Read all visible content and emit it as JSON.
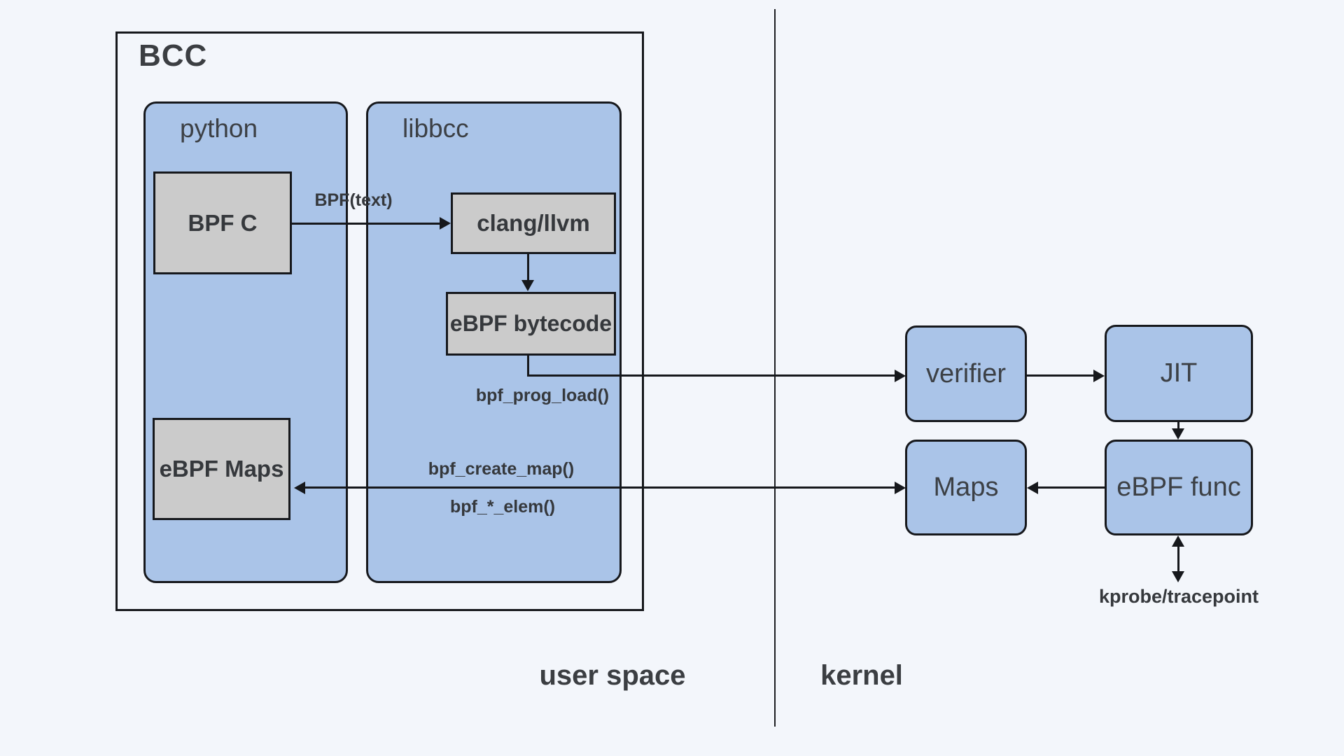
{
  "title": {
    "bcc": "BCC"
  },
  "userspace": {
    "python_label": "python",
    "bpf_c": "BPF C",
    "ebpf_maps": "eBPF Maps",
    "libbcc_label": "libbcc",
    "clang_llvm": "clang/llvm",
    "ebpf_bytecode": "eBPF bytecode"
  },
  "kernel": {
    "verifier": "verifier",
    "jit": "JIT",
    "maps": "Maps",
    "ebpf_func": "eBPF func"
  },
  "arrows": {
    "bpf_text": "BPF(text)",
    "bpf_prog_load": "bpf_prog_load()",
    "bpf_create_map": "bpf_create_map()",
    "bpf_star_elem": "bpf_*_elem()",
    "kprobe_tracepoint": "kprobe/tracepoint"
  },
  "regions": {
    "user_space": "user space",
    "kernel": "kernel"
  },
  "colors": {
    "background": "#f3f6fb",
    "box_blue": "#aac4e8",
    "box_gray": "#cbcbcb",
    "border": "#16181c",
    "text": "#3c4045"
  }
}
